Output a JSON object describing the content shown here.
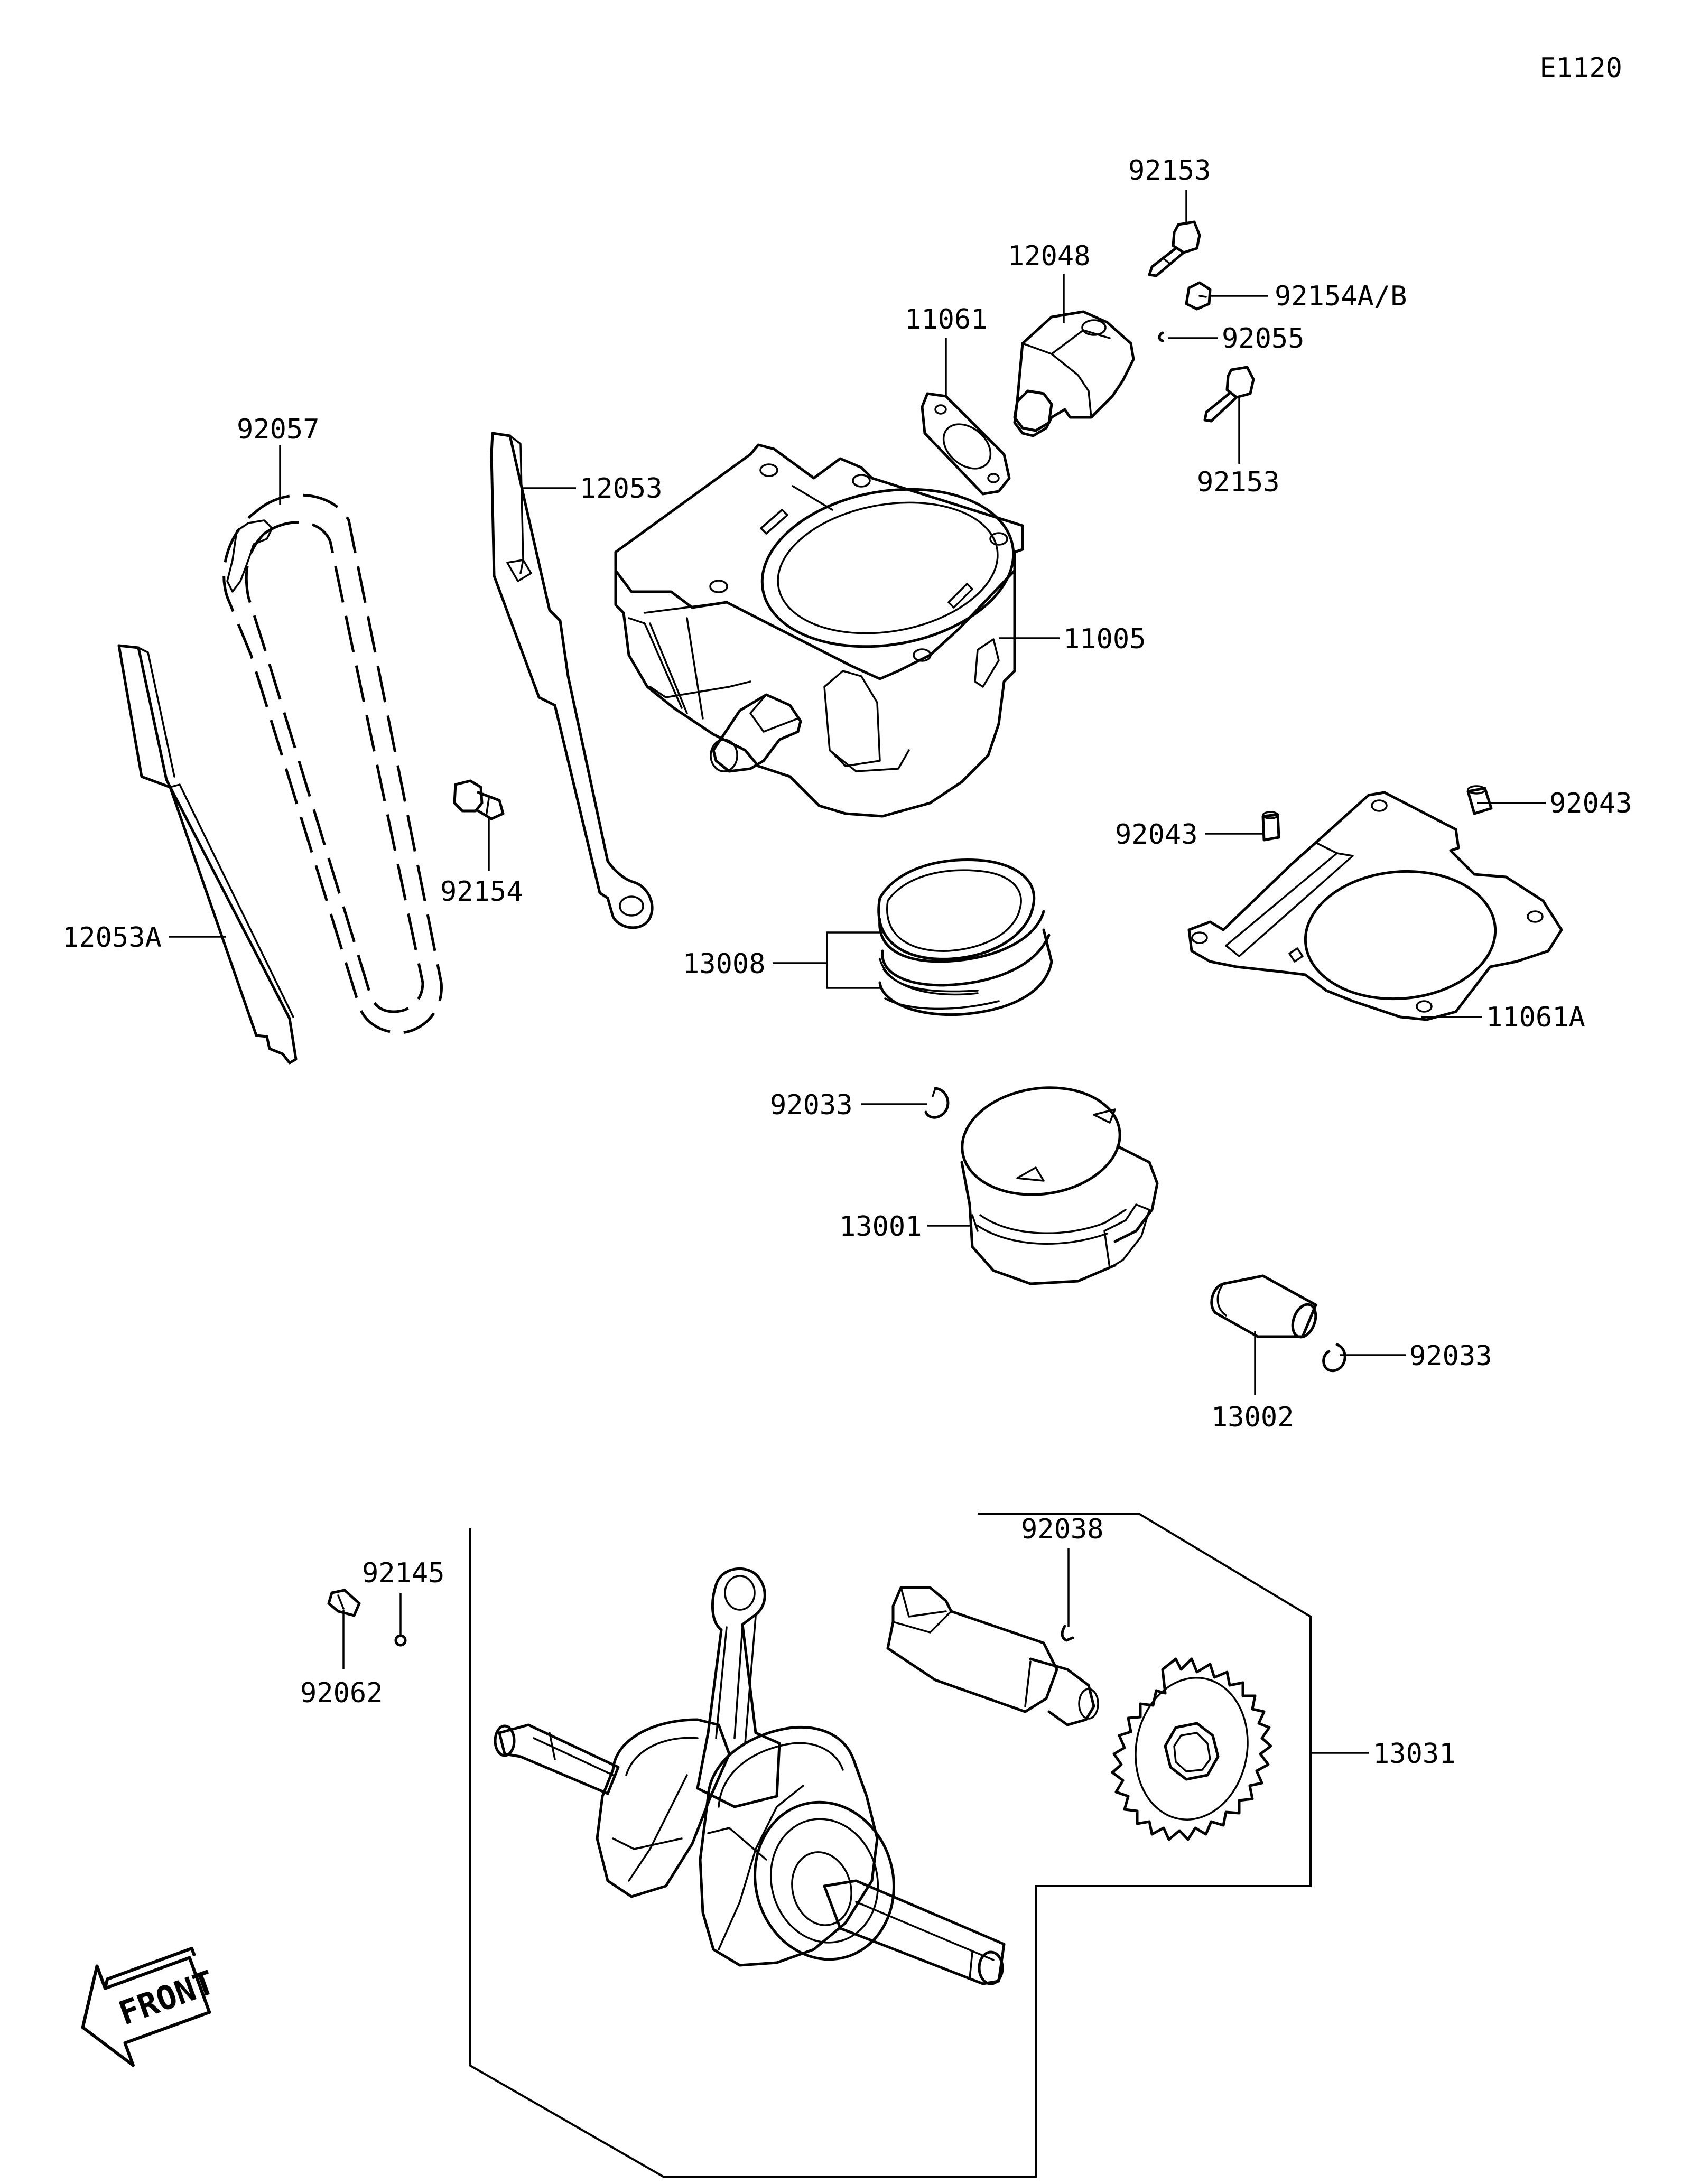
{
  "diagram_code": "E1120",
  "front_label": "FRONT",
  "callouts": {
    "p92153_top": "92153",
    "p12048": "12048",
    "p92154ab": "92154A/B",
    "p92055": "92055",
    "p11061": "11061",
    "p92153_bottom": "92153",
    "p92057": "92057",
    "p12053": "12053",
    "p11005": "11005",
    "p92154": "92154",
    "p12053a": "12053A",
    "p92043_left": "92043",
    "p92043_right": "92043",
    "p13008": "13008",
    "p11061a": "11061A",
    "p92033_left": "92033",
    "p13001": "13001",
    "p92033_right": "92033",
    "p13002": "13002",
    "p92038": "92038",
    "p92145": "92145",
    "p92062": "92062",
    "p13031": "13031"
  }
}
